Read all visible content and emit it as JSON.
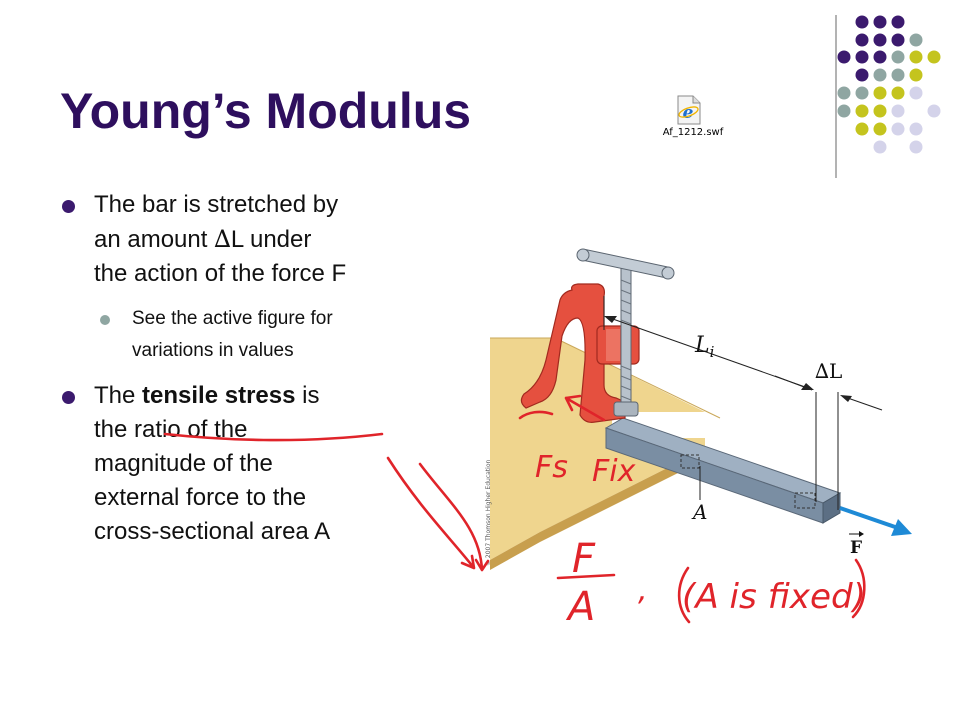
{
  "slide": {
    "title": "Young’s Modulus"
  },
  "file_icon": {
    "filename": "Af_1212.swf",
    "glyph": "e"
  },
  "bullets": {
    "b1_line1": "The bar is stretched by",
    "b1_line2_pre": "an amount ",
    "b1_delta": "∆",
    "b1_line2_post": "L under",
    "b1_line3": "the action of the force F",
    "sub1_line1": "See the active figure for",
    "sub1_line2": "variations in values",
    "b2_line1_pre": "The ",
    "b2_bold": "tensile stress",
    "b2_line1_post": " is",
    "b2_line2": "the ratio of the",
    "b2_line3": "magnitude of the",
    "b2_line4": "external force to the",
    "b2_line5": "cross-sectional area A"
  },
  "figure": {
    "label_li": "L",
    "label_li_sub": "i",
    "label_dl": "∆L",
    "label_a": "A",
    "label_f": "F",
    "copyright": "© 2007 Thomson Higher Education"
  },
  "handwriting": {
    "fs": "Fs",
    "fix": "Fix",
    "frac_num": "F",
    "frac_den": "A",
    "comma": ",",
    "note": "(A is fixed)"
  },
  "colors": {
    "title": "#2e0f5e",
    "dot_purple": "#3b1a6e",
    "dot_teal": "#8fa6a2",
    "dot_yellow": "#c4c41e",
    "dot_lavender": "#d4d3ea",
    "ink_red": "#e0242a",
    "clamp_red": "#e5503f",
    "force_blue": "#1e8ad6"
  }
}
